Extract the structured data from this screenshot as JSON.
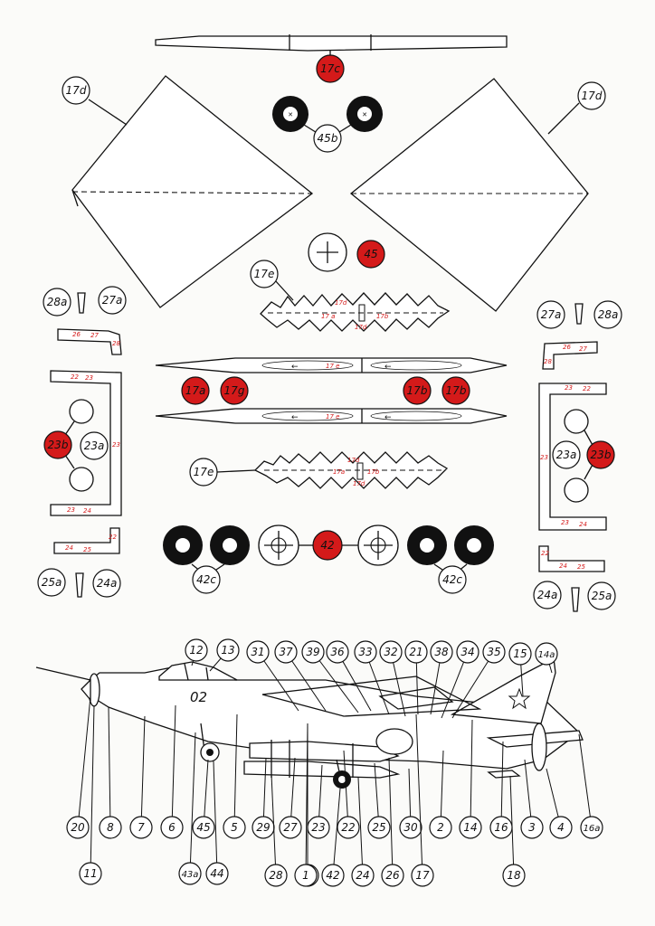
{
  "sheet": {
    "labels": {
      "l17c": "17c",
      "l17d_left": "17d",
      "l17d_right": "17d",
      "l45b": "45b",
      "l45": "45",
      "l17e_top": "17e",
      "l17e_bottom": "17e",
      "l28a_left": "28a",
      "l27a_left": "27a",
      "l27a_right": "27a",
      "l28a_right": "28a",
      "l17a": "17a",
      "l17g": "17g",
      "l17b_a": "17b",
      "l17b_b": "17b",
      "l23b_left": "23b",
      "l23a_left": "23a",
      "l23a_right": "23a",
      "l23b_right": "23b",
      "l25a_left": "25a",
      "l24a_left": "24a",
      "l24a_right": "24a",
      "l25a_right": "25a",
      "l42c_left": "42c",
      "l42": "42",
      "l42c_right": "42c"
    },
    "part_marks": {
      "m17d_a": "17d",
      "m17a_a": "17 a",
      "m17b_a": "17b",
      "m17d_b": "17d",
      "m17e_a": "17 e",
      "m17e_b": "17 e",
      "m17d_c": "17d",
      "m17a_b": "17a",
      "m17b_b": "17b",
      "m17d_d": "17d",
      "m26_l": "26",
      "m27_l": "27",
      "m28_l": "28",
      "m27_r": "27",
      "m26_r": "26",
      "m28_r": "28",
      "m22_l": "22",
      "m23_l": "23",
      "m23v_l": "23",
      "m23b_l": "23",
      "m24_l": "24",
      "m23_r": "23",
      "m22_r": "22",
      "m23v_r": "23",
      "m23b_r": "23",
      "m24_r": "24",
      "m24x_l": "24",
      "m25_l": "25",
      "m22x_l": "22",
      "m25x_r": "25",
      "m24x_r": "24",
      "m22x_r": "22"
    },
    "fuselage_number": "02",
    "callouts_top": [
      "12",
      "13",
      "31",
      "37",
      "39",
      "36",
      "33",
      "32",
      "21",
      "38",
      "34",
      "35",
      "15",
      "14a"
    ],
    "callouts_bottom1": [
      "20",
      "8",
      "7",
      "6",
      "45",
      "5",
      "29",
      "27",
      "1",
      "23",
      "22",
      "25",
      "30",
      "2",
      "14",
      "16",
      "3",
      "4",
      "16a"
    ],
    "callouts_bottom2": [
      "11",
      "43a",
      "44",
      "28",
      "1",
      "42",
      "24",
      "26",
      "17",
      "18"
    ]
  },
  "colors": {
    "red": "#d41a1a",
    "ink": "#111111",
    "paper": "#fbfbf9"
  }
}
